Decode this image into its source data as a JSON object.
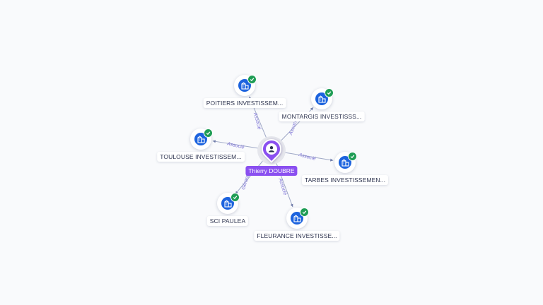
{
  "center": {
    "name": "Thierry DOUBRE",
    "icon": "person-icon",
    "color": "#8a4ff0"
  },
  "companies": [
    {
      "label": "POITIERS INVESTISSEM...",
      "relation": "Associé",
      "icon": "building-icon",
      "verified": true
    },
    {
      "label": "MONTARGIS INVESTISSS...",
      "relation": "Associé",
      "icon": "building-icon",
      "verified": true
    },
    {
      "label": "TOULOUSE INVESTISSEM...",
      "relation": "Associé",
      "icon": "building-icon",
      "verified": true
    },
    {
      "label": "TARBES INVESTISSEMEN...",
      "relation": "Associé",
      "icon": "building-icon",
      "verified": true
    },
    {
      "label": "SCI PAULEA",
      "relation": "Gérant",
      "icon": "building-icon",
      "verified": true
    },
    {
      "label": "FLEURANCE INVESTISSE...",
      "relation": "Associé",
      "icon": "building-icon",
      "verified": true
    }
  ],
  "colors": {
    "company": "#1c63de",
    "verified": "#1f9d55",
    "edge": "#9fa8c6",
    "relation_text": "#7d73d6"
  }
}
